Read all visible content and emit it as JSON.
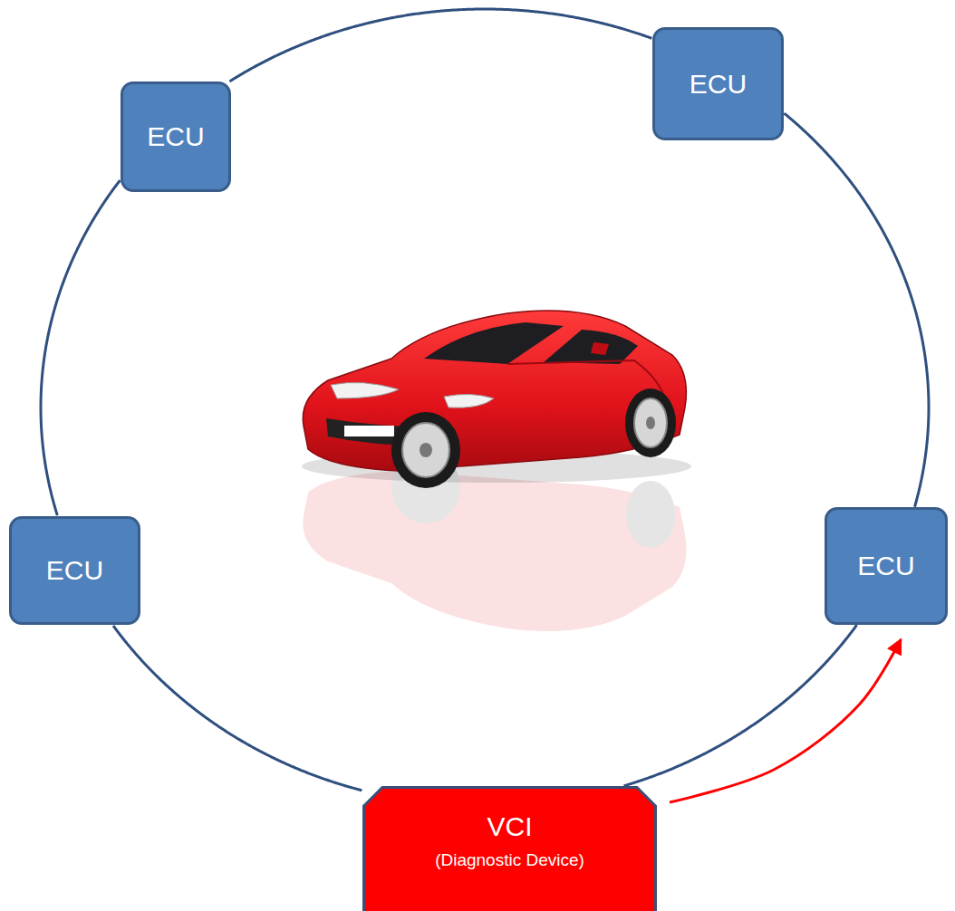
{
  "diagram": {
    "nodes": [
      {
        "text": [
          "ECU"
        ]
      },
      {
        "text": [
          "ECU"
        ]
      },
      {
        "text": [
          "ECU"
        ]
      },
      {
        "text": [
          "ECU"
        ]
      },
      {
        "text": [
          "VCI",
          "(Diagnostic Device)"
        ]
      }
    ],
    "edges": [
      {
        "from": 0,
        "to": 1,
        "arrow": "none"
      },
      {
        "from": 1,
        "to": 3,
        "arrow": "none"
      },
      {
        "from": 3,
        "to": 4,
        "arrow": "none"
      },
      {
        "from": 4,
        "to": 2,
        "arrow": "none"
      },
      {
        "from": 2,
        "to": 0,
        "arrow": "none"
      },
      {
        "from": 4,
        "to": 3,
        "arrow": "to"
      }
    ]
  }
}
